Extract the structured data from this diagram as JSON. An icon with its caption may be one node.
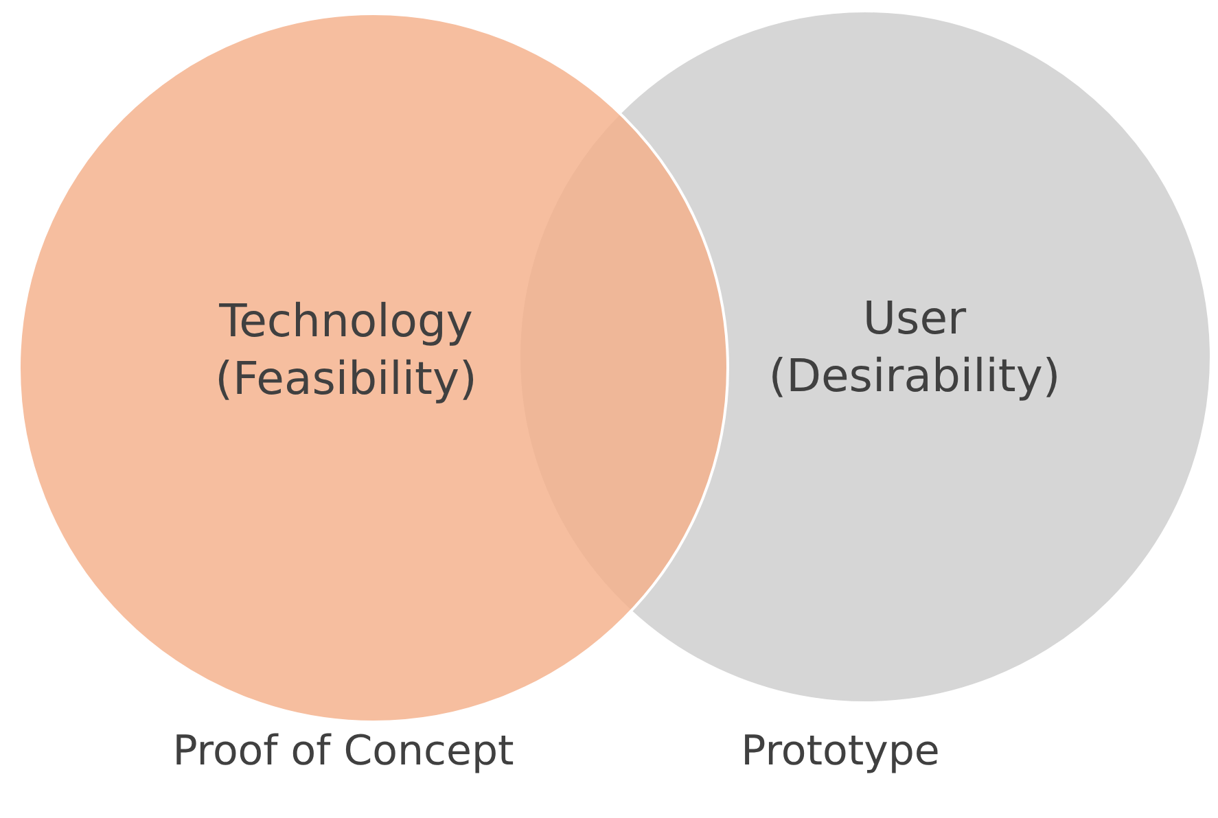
{
  "diagram": {
    "nodes": [
      {
        "text": [
          "Technology (Feasibility)"
        ],
        "beside": [
          "Proof of Concept"
        ]
      },
      {
        "text": [
          "User (Desirability)"
        ],
        "beside": [
          "Prototype"
        ]
      }
    ]
  }
}
